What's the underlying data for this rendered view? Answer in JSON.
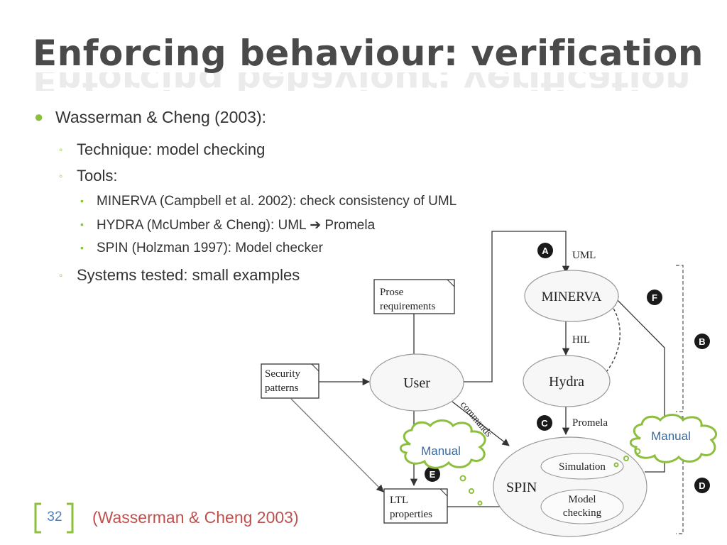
{
  "title": "Enforcing behaviour: verification",
  "bullets": {
    "main": "Wasserman & Cheng (2003):",
    "technique": "Technique: model checking",
    "tools": "Tools:",
    "minerva": "MINERVA (Campbell et al. 2002): check consistency of UML",
    "hydra": "HYDRA (McUmber & Cheng): UML ➔ Promela",
    "spin": "SPIN (Holzman 1997): Model checker",
    "systems": "Systems tested: small examples"
  },
  "footer": {
    "page_number": "32",
    "citation": "(Wasserman & Cheng 2003)"
  },
  "diagram": {
    "nodes": {
      "prose": [
        "Prose",
        "requirements"
      ],
      "security": [
        "Security",
        "patterns"
      ],
      "user": "User",
      "minerva": "MINERVA",
      "hydra": "Hydra",
      "spin": "SPIN",
      "simulation": "Simulation",
      "model_checking": [
        "Model",
        "checking"
      ],
      "ltl": [
        "LTL",
        "properties"
      ]
    },
    "edge_labels": {
      "uml": "UML",
      "hil": "HIL",
      "promela": "Promela",
      "commands": "commands"
    },
    "badges": {
      "a": "A",
      "b": "B",
      "c": "C",
      "d": "D",
      "e": "E",
      "f": "F"
    },
    "callouts": {
      "manual_left": "Manual",
      "manual_right": "Manual"
    }
  },
  "colors": {
    "accent_green": "#8dbf3f",
    "footer_blue": "#4a7fc0",
    "citation_red": "#c0504d",
    "callout_green": "#8dbf3f"
  }
}
